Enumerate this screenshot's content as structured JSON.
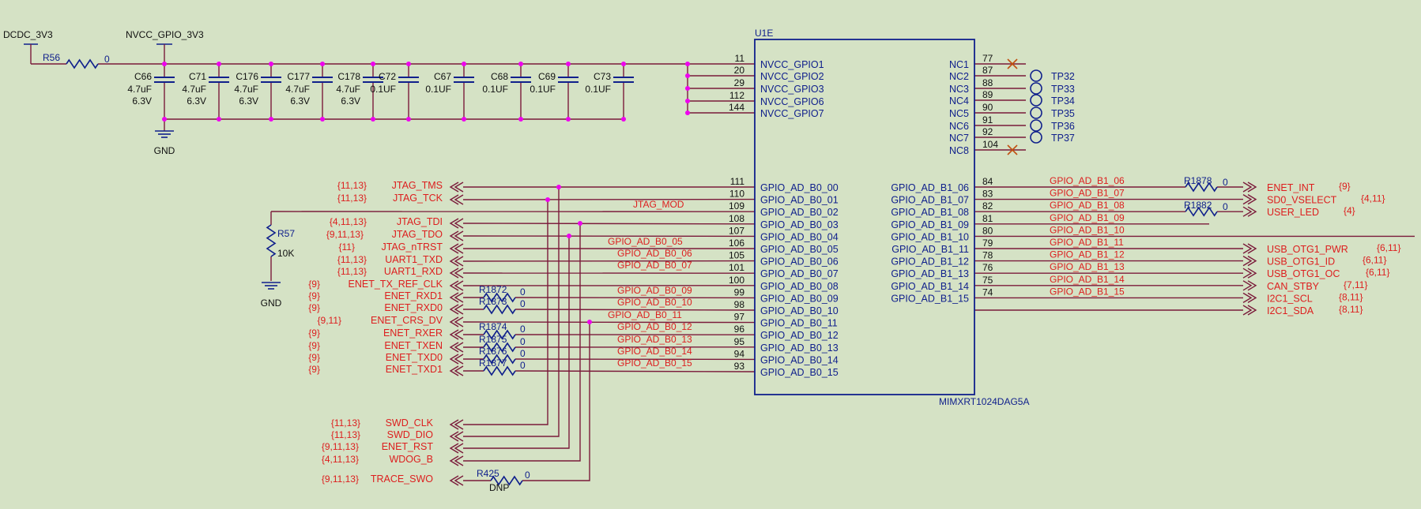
{
  "colors": {
    "background": "#d5e2c5",
    "wire": "#7a1a3a",
    "component": "#10208c",
    "net_label": "#dd1e1e",
    "junction": "#ee00ee",
    "no_connect": "#c05010"
  },
  "power": {
    "dcdc": "DCDC_3V3",
    "nvcc": "NVCC_GPIO_3V3",
    "r56": {
      "ref": "R56",
      "value": "0"
    },
    "gnd_top": "GND",
    "gnd_left": "GND"
  },
  "capacitors": [
    {
      "ref": "C66",
      "value": "4.7uF",
      "voltage": "6.3V"
    },
    {
      "ref": "C71",
      "value": "4.7uF",
      "voltage": "6.3V"
    },
    {
      "ref": "C176",
      "value": "4.7uF",
      "voltage": "6.3V"
    },
    {
      "ref": "C177",
      "value": "4.7uF",
      "voltage": "6.3V"
    },
    {
      "ref": "C178",
      "value": "4.7uF",
      "voltage": "6.3V"
    },
    {
      "ref": "C72",
      "value": "0.1UF",
      "voltage": ""
    },
    {
      "ref": "C67",
      "value": "0.1UF",
      "voltage": ""
    },
    {
      "ref": "C68",
      "value": "0.1UF",
      "voltage": ""
    },
    {
      "ref": "C69",
      "value": "0.1UF",
      "voltage": ""
    },
    {
      "ref": "C73",
      "value": "0.1UF",
      "voltage": ""
    }
  ],
  "r57": {
    "ref": "R57",
    "value": "10K"
  },
  "chip": {
    "ref": "U1E",
    "part": "MIMXRT1024DAG5A",
    "nvcc_pins": [
      {
        "num": "11",
        "name": "NVCC_GPIO1"
      },
      {
        "num": "20",
        "name": "NVCC_GPIO2"
      },
      {
        "num": "29",
        "name": "NVCC_GPIO3"
      },
      {
        "num": "112",
        "name": "NVCC_GPIO6"
      },
      {
        "num": "144",
        "name": "NVCC_GPIO7"
      }
    ],
    "b0_pins": [
      {
        "num": "111",
        "name": "GPIO_AD_B0_00"
      },
      {
        "num": "110",
        "name": "GPIO_AD_B0_01"
      },
      {
        "num": "109",
        "name": "GPIO_AD_B0_02"
      },
      {
        "num": "108",
        "name": "GPIO_AD_B0_03"
      },
      {
        "num": "107",
        "name": "GPIO_AD_B0_04"
      },
      {
        "num": "106",
        "name": "GPIO_AD_B0_05"
      },
      {
        "num": "105",
        "name": "GPIO_AD_B0_06"
      },
      {
        "num": "101",
        "name": "GPIO_AD_B0_07"
      },
      {
        "num": "100",
        "name": "GPIO_AD_B0_08"
      },
      {
        "num": "99",
        "name": "GPIO_AD_B0_09"
      },
      {
        "num": "98",
        "name": "GPIO_AD_B0_10"
      },
      {
        "num": "97",
        "name": "GPIO_AD_B0_11"
      },
      {
        "num": "96",
        "name": "GPIO_AD_B0_12"
      },
      {
        "num": "95",
        "name": "GPIO_AD_B0_13"
      },
      {
        "num": "94",
        "name": "GPIO_AD_B0_14"
      },
      {
        "num": "93",
        "name": "GPIO_AD_B0_15"
      }
    ],
    "nc_pins": [
      {
        "num": "77",
        "name": "NC1",
        "tp": ""
      },
      {
        "num": "87",
        "name": "NC2",
        "tp": "TP32"
      },
      {
        "num": "88",
        "name": "NC3",
        "tp": "TP33"
      },
      {
        "num": "89",
        "name": "NC4",
        "tp": "TP34"
      },
      {
        "num": "90",
        "name": "NC5",
        "tp": "TP35"
      },
      {
        "num": "91",
        "name": "NC6",
        "tp": "TP36"
      },
      {
        "num": "92",
        "name": "NC7",
        "tp": "TP37"
      },
      {
        "num": "104",
        "name": "NC8",
        "tp": ""
      }
    ],
    "b1_pins": [
      {
        "num": "84",
        "name": "GPIO_AD_B1_06",
        "net": "GPIO_AD_B1_06"
      },
      {
        "num": "83",
        "name": "GPIO_AD_B1_07",
        "net": "GPIO_AD_B1_07"
      },
      {
        "num": "82",
        "name": "GPIO_AD_B1_08",
        "net": "GPIO_AD_B1_08"
      },
      {
        "num": "81",
        "name": "GPIO_AD_B1_09",
        "net": "GPIO_AD_B1_09"
      },
      {
        "num": "80",
        "name": "GPIO_AD_B1_10",
        "net": "GPIO_AD_B1_10"
      },
      {
        "num": "79",
        "name": "GPIO_AD_B1_11",
        "net": "GPIO_AD_B1_11"
      },
      {
        "num": "78",
        "name": "GPIO_AD_B1_12",
        "net": "GPIO_AD_B1_12"
      },
      {
        "num": "76",
        "name": "GPIO_AD_B1_13",
        "net": "GPIO_AD_B1_13"
      },
      {
        "num": "75",
        "name": "GPIO_AD_B1_14",
        "net": "GPIO_AD_B1_14"
      },
      {
        "num": "74",
        "name": "GPIO_AD_B1_15",
        "net": "GPIO_AD_B1_15"
      }
    ]
  },
  "left_ports": [
    {
      "ref": "{11,13}",
      "name": "JTAG_TMS"
    },
    {
      "ref": "{11,13}",
      "name": "JTAG_TCK"
    },
    {
      "ref": "{4,11,13}",
      "name": "JTAG_TDI"
    },
    {
      "ref": "{9,11,13}",
      "name": "JTAG_TDO"
    },
    {
      "ref": "{11}",
      "name": "JTAG_nTRST"
    },
    {
      "ref": "{11,13}",
      "name": "UART1_TXD"
    },
    {
      "ref": "{11,13}",
      "name": "UART1_RXD"
    },
    {
      "ref": "{9}",
      "name": "ENET_TX_REF_CLK"
    },
    {
      "ref": "{9}",
      "name": "ENET_RXD1"
    },
    {
      "ref": "{9}",
      "name": "ENET_RXD0"
    },
    {
      "ref": "{9,11}",
      "name": "ENET_CRS_DV"
    },
    {
      "ref": "{9}",
      "name": "ENET_RXER"
    },
    {
      "ref": "{9}",
      "name": "ENET_TXEN"
    },
    {
      "ref": "{9}",
      "name": "ENET_TXD0"
    },
    {
      "ref": "{9}",
      "name": "ENET_TXD1"
    }
  ],
  "bottom_ports": [
    {
      "ref": "{11,13}",
      "name": "SWD_CLK"
    },
    {
      "ref": "{11,13}",
      "name": "SWD_DIO"
    },
    {
      "ref": "{9,11,13}",
      "name": "ENET_RST"
    },
    {
      "ref": "{4,11,13}",
      "name": "WDOG_B"
    },
    {
      "ref": "{9,11,13}",
      "name": "TRACE_SWO"
    }
  ],
  "middle_nets": {
    "jtag_mod": "JTAG_MOD",
    "b0_05": "GPIO_AD_B0_05",
    "b0_06": "GPIO_AD_B0_06",
    "b0_07": "GPIO_AD_B0_07",
    "b0_09": "GPIO_AD_B0_09",
    "b0_10": "GPIO_AD_B0_10",
    "b0_11": "GPIO_AD_B0_11",
    "b0_12": "GPIO_AD_B0_12",
    "b0_13": "GPIO_AD_B0_13",
    "b0_14": "GPIO_AD_B0_14",
    "b0_15": "GPIO_AD_B0_15"
  },
  "series_resistors": [
    {
      "ref": "R1872",
      "value": "0"
    },
    {
      "ref": "R1873",
      "value": "0"
    },
    {
      "ref": "R1874",
      "value": "0"
    },
    {
      "ref": "R1875",
      "value": "0"
    },
    {
      "ref": "R1876",
      "value": "0"
    },
    {
      "ref": "R1877",
      "value": "0"
    }
  ],
  "r425": {
    "ref": "R425",
    "value": "0",
    "note": "DNP"
  },
  "right_resistors": [
    {
      "ref": "R1878",
      "value": "0"
    },
    {
      "ref": "R1882",
      "value": "0"
    }
  ],
  "right_ports": [
    {
      "name": "ENET_INT",
      "ref": "{9}"
    },
    {
      "name": "SD0_VSELECT",
      "ref": "{4,11}"
    },
    {
      "name": "USER_LED",
      "ref": "{4}"
    },
    {
      "name": "USB_OTG1_PWR",
      "ref": "{6,11}"
    },
    {
      "name": "USB_OTG1_ID",
      "ref": "{6,11}"
    },
    {
      "name": "USB_OTG1_OC",
      "ref": "{6,11}"
    },
    {
      "name": "CAN_STBY",
      "ref": "{7,11}"
    },
    {
      "name": "I2C1_SCL",
      "ref": "{8,11}"
    },
    {
      "name": "I2C1_SDA",
      "ref": "{8,11}"
    }
  ]
}
